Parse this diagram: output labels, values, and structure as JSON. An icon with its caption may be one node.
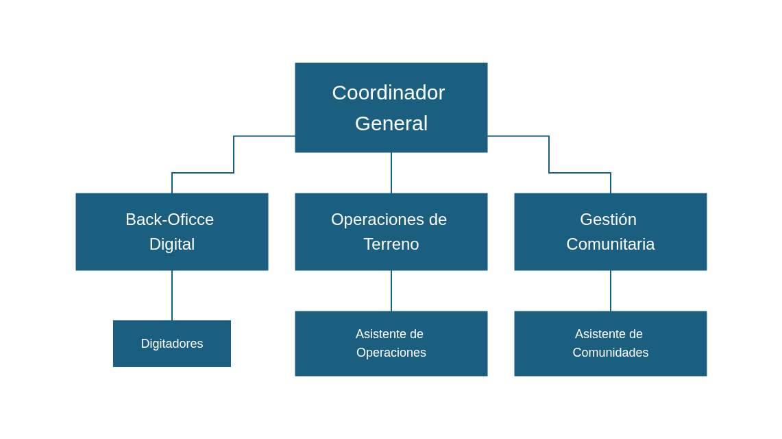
{
  "diagram": {
    "nodes": [
      {
        "text": [
          "Coordinador General"
        ]
      },
      {
        "text": [
          "Back-Oficce Digital"
        ]
      },
      {
        "text": [
          "Operaciones de Terreno"
        ]
      },
      {
        "text": [
          "Gestión Comunitaria"
        ]
      },
      {
        "text": [
          "Digitadores"
        ]
      },
      {
        "text": [
          "Asistente de Operaciones"
        ]
      },
      {
        "text": [
          "Asistente de Comunidades"
        ]
      }
    ],
    "edges": [
      {
        "from": 0,
        "to": 1,
        "arrow": "none"
      },
      {
        "from": 0,
        "to": 2,
        "arrow": "none"
      },
      {
        "from": 0,
        "to": 3,
        "arrow": "none"
      },
      {
        "from": 1,
        "to": 4,
        "arrow": "none"
      },
      {
        "from": 2,
        "to": 5,
        "arrow": "none"
      },
      {
        "from": 3,
        "to": 6,
        "arrow": "none"
      }
    ]
  }
}
